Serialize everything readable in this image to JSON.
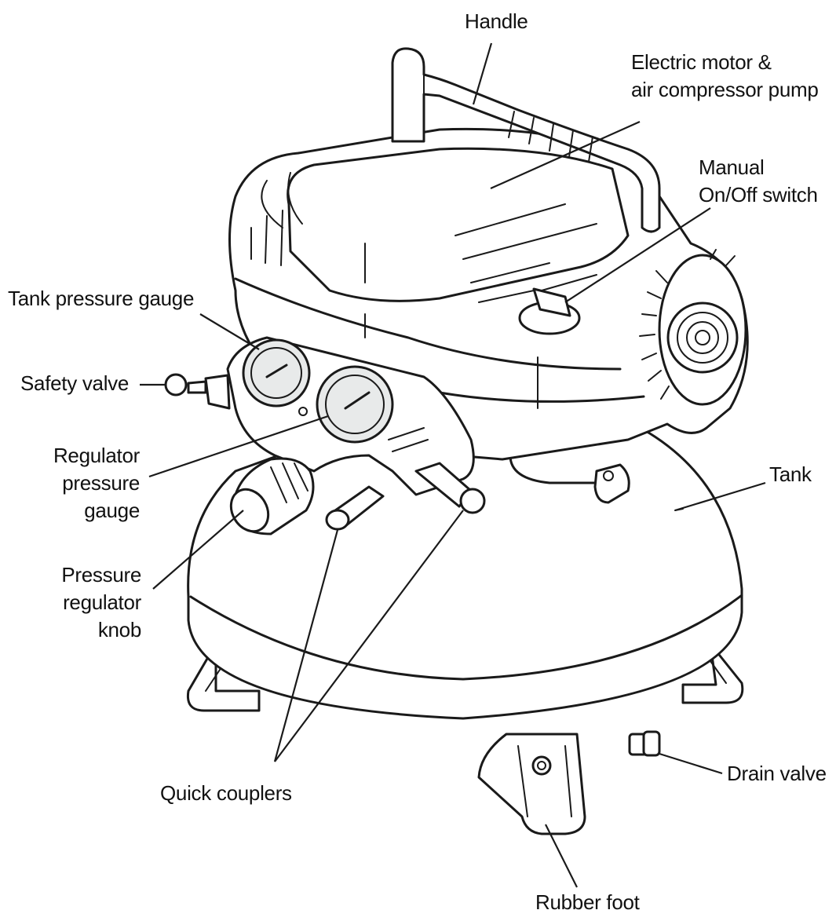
{
  "labels": {
    "handle": "Handle",
    "motor_line1": "Electric motor &",
    "motor_line2": "air compressor pump",
    "switch_line1": "Manual",
    "switch_line2": "On/Off  switch",
    "tank_gauge": "Tank pressure gauge",
    "safety_valve": "Safety valve",
    "reg_gauge_line1": "Regulator",
    "reg_gauge_line2": "pressure",
    "reg_gauge_line3": "gauge",
    "knob_line1": "Pressure",
    "knob_line2": "regulator",
    "knob_line3": "knob",
    "tank": "Tank",
    "quick_couplers": "Quick couplers",
    "drain_valve": "Drain valve",
    "rubber_foot": "Rubber foot"
  },
  "colors": {
    "ink": "#1a1a1a",
    "background": "#ffffff",
    "gauge_face": "#e8eaea"
  }
}
